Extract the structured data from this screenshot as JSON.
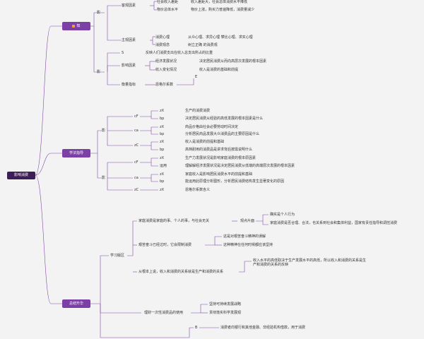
{
  "root": "影响消费",
  "hubs": [
    {
      "label": "知",
      "icon": "orange-square-icon"
    },
    {
      "label": "学法指导"
    },
    {
      "label": "总结升华"
    }
  ],
  "b1": {
    "a1": "影",
    "c1": "客观因素",
    "c1a": "社会收入差距",
    "c1a_d": "收入差距大，社会总体消费水平降低",
    "c1b": "物价总体水平",
    "c1b_d": "物价上涨，购买力普遍降低，消费量减少",
    "c2": "主观因素",
    "c2a": "消费心理",
    "c2a_d": "从众心理、求异心理 攀比心理、求实心理",
    "c2b": "消费观念",
    "c2b_d": "树立正确 的消费观",
    "a2": "影",
    "d0_k": "S",
    "d0": "反映人们消费支出在收入总支出所占的比重",
    "d1": "影响因素",
    "d1a": "经济发展状况",
    "d1a_d": "决定居民消费从而向高层次发展的根本因素",
    "d1b": "收入变化情况",
    "d1b_d": "收入是消费的基础和前提",
    "d2": "衡量指标",
    "d2a": "恩格尔系数",
    "d2a_k": "E"
  },
  "b2": {
    "g1": "影",
    "g1a": "cF",
    "g1a_items": [
      {
        "k": "zX",
        "v": "生产的消费消费"
      },
      {
        "k": "bp",
        "v": "决定居民消费从经验的高低发展的根本因素是什么"
      }
    ],
    "g1b": "ca",
    "g1b_items": [
      {
        "k": "zX",
        "v": "商品价格由社会必要劳动时间决定"
      },
      {
        "k": "bp",
        "v": "分析居民商品发展大众消费品的主要原因是什么"
      }
    ],
    "g1c": "zC",
    "g1c_items": [
      {
        "k": "zX",
        "v": "收入是消费的前提和基础"
      },
      {
        "k": "bp",
        "v": "高档耐用的消费品是讲求背后按需说明什么"
      }
    ],
    "g2": "影",
    "g2a": "cF",
    "g2a_items": [
      {
        "k": "zX",
        "v": "生产力发展状况是影响家庭消费的根本原因素"
      },
      {
        "k": "运用",
        "v": "理解解经济发展状况是决定居民消费从低端的高端层次发展的根本因素"
      }
    ],
    "g2b": "ca",
    "g2b_items": [
      {
        "k": "zX",
        "v": "家庭收入是影响居民消费水平的前提和基础"
      },
      {
        "k": "bp",
        "v": "能运用此原理分析图形，分析居民消费结构发生显著变化的原因"
      }
    ],
    "g2c": "zC",
    "g2c_items": [
      {
        "k": "zX",
        "v": "恩格尔系数含义"
      }
    ]
  },
  "b3": {
    "s1": "学习版区",
    "s1a": "家庭消费是家庭的事、个人的事，与社会无关",
    "s1a_k": "观点片面",
    "s1a_r1": "确实是个人行为",
    "s1a_r2": "家庭消费是否合理、合法，也关系到社会和集体利益，国家有责任指导和调控消费",
    "s1b": "艰苦奋斗已经过时，它会限制消费",
    "s1b_r1": "这是对艰苦奋斗精神的误解",
    "s1b_r2": "这种精神在任何时候都应该坚持",
    "s1c": "从根本上说，收入和消费的关系就是生产和消费的关系",
    "s1c_r1": "收入水平的高低取决于生产发展水平的高低，所以收入和消费的关系是生产和消费的关系的反映",
    "s2a": "理财一次性消费品的使用",
    "s2a_r1": "坚持可持续发展战略",
    "s2a_r2": "贯彻落实科学发展观",
    "s2b_k": "B",
    "s2b": "消费者向银行和其他金融、非经验机构借款，用于消费"
  }
}
